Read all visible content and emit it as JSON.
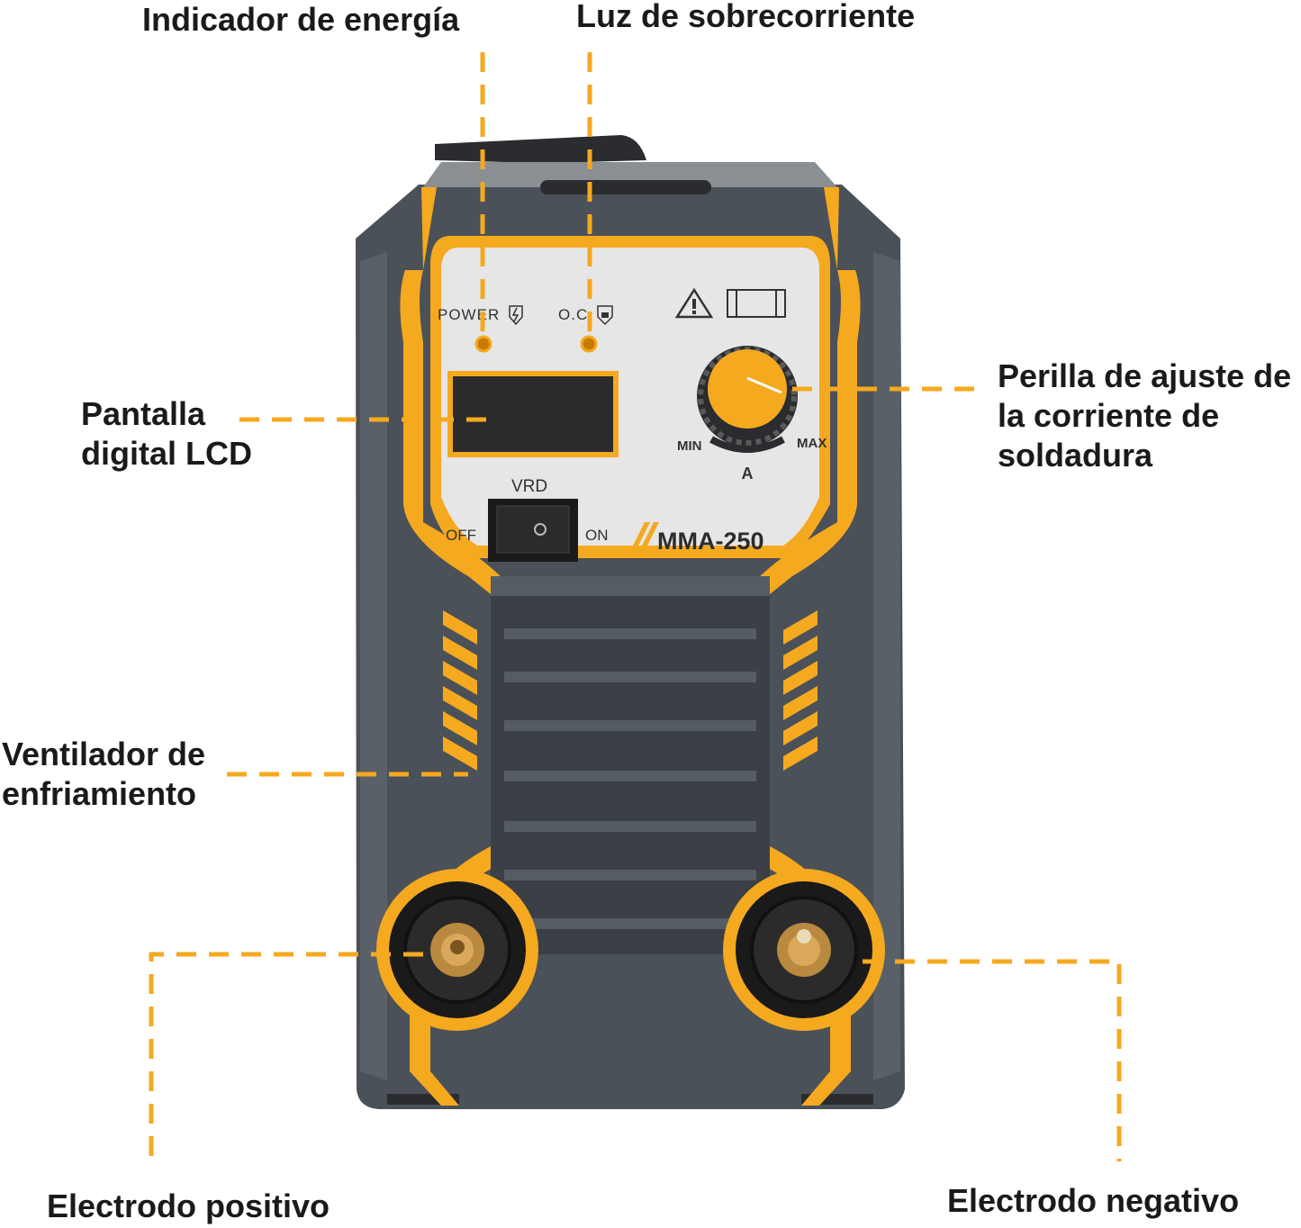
{
  "colors": {
    "accent": "#f5a91f",
    "body": "#4b5158",
    "panel": "#e6e6e6",
    "leader": "#f5a91f"
  },
  "callouts": {
    "power_indicator": [
      "Indicador de energía"
    ],
    "overcurrent_light": [
      "Luz de sobrecorriente"
    ],
    "lcd_display": [
      "Pantalla",
      "digital LCD"
    ],
    "current_knob": [
      "Perilla de ajuste de",
      "la corriente de",
      "soldadura"
    ],
    "cooling_fan": [
      "Ventilador de",
      "enfriamiento"
    ],
    "positive_electrode": [
      "Electrodo positivo"
    ],
    "negative_electrode": [
      "Electrodo negativo"
    ]
  },
  "panel": {
    "power_label": "POWER",
    "oc_label": "O.C",
    "vrd_label": "VRD",
    "off_label": "OFF",
    "on_label": "ON",
    "model": "MMA-250",
    "min_label": "MIN",
    "max_label": "MAX",
    "amp_label": "A"
  },
  "icons": [
    "lightning-icon",
    "lock-icon",
    "warning-triangle-icon",
    "rectangle-symbol-icon"
  ]
}
